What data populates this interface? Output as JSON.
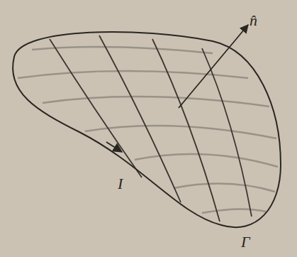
{
  "diagram": {
    "labels": [
      "n̂",
      "I",
      "Γ"
    ]
  }
}
